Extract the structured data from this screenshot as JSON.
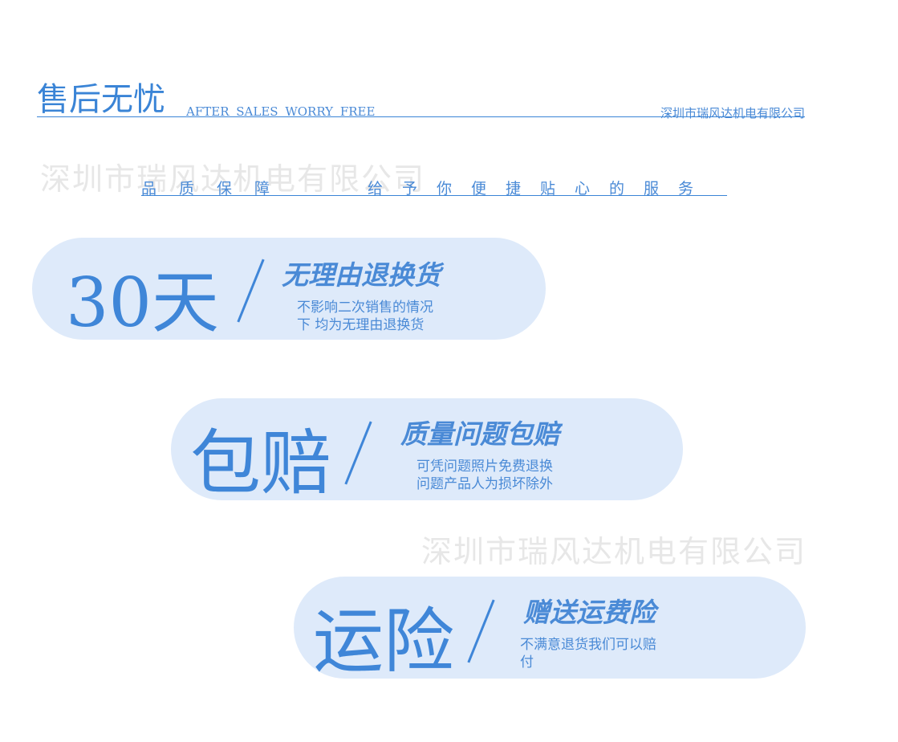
{
  "header": {
    "title": "售后无忧",
    "subtitle_en": "AFTER SALES WORRY FREE",
    "company": "深圳市瑞风达机电有限公司"
  },
  "watermark": {
    "text_1": "深圳市瑞风达机电有限公司",
    "text_2": "深圳市瑞风达机电有限公司"
  },
  "tagline": {
    "left": "品质保障",
    "right": "给予你便捷贴心的服务"
  },
  "cards": [
    {
      "big": "30天",
      "title": "无理由退换货",
      "desc_line1": "不影响二次销售的情况",
      "desc_line2": "下 均为无理由退换货"
    },
    {
      "big": "包赔",
      "title": "质量问题包赔",
      "desc_line1": "可凭问题照片免费退换",
      "desc_line2": "问题产品人为损坏除外"
    },
    {
      "big": "运险",
      "title": "赠送运费险",
      "desc_line1": "不满意退货我们可以赔",
      "desc_line2": "付"
    }
  ],
  "colors": {
    "accent": "#3f86d8",
    "card_bg": "#deeafa",
    "watermark": "#e7e7e7"
  }
}
